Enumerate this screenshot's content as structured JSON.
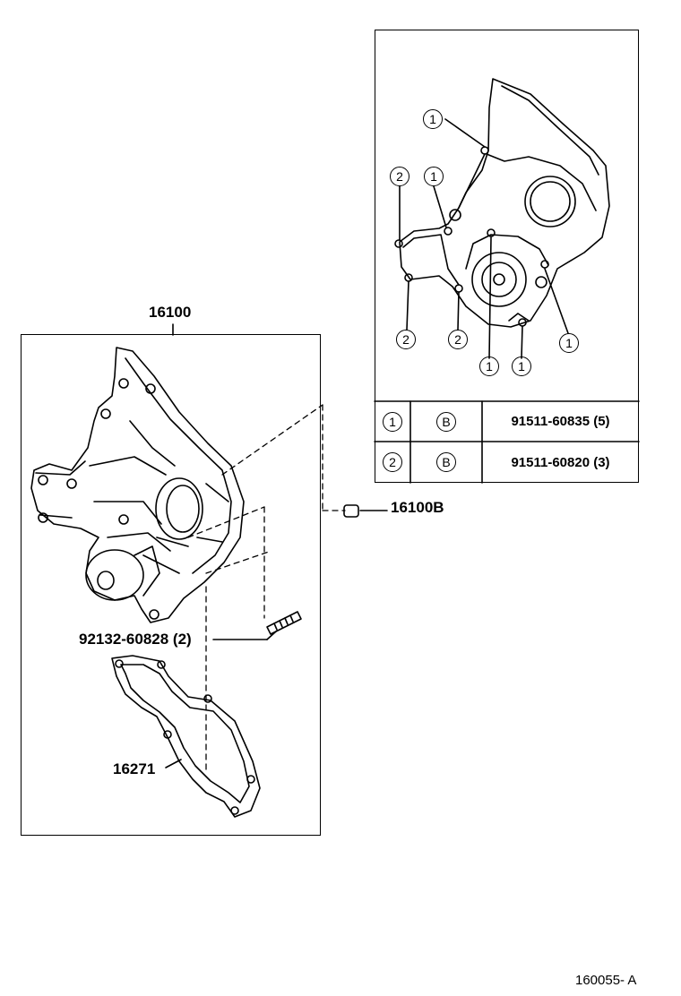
{
  "main": {
    "assembly_label": "16100",
    "plug_label": "16100B",
    "stud_label": "92132-60828 (2)",
    "gasket_label": "16271"
  },
  "bolt_callouts": {
    "one": "1",
    "two": "2"
  },
  "bolt_table": {
    "rows": [
      {
        "ref": "1",
        "type": "B",
        "part": "91511-60835 (5)"
      },
      {
        "ref": "2",
        "type": "B",
        "part": "91511-60820 (3)"
      }
    ]
  },
  "footer": {
    "figure_code": "160055- A"
  }
}
